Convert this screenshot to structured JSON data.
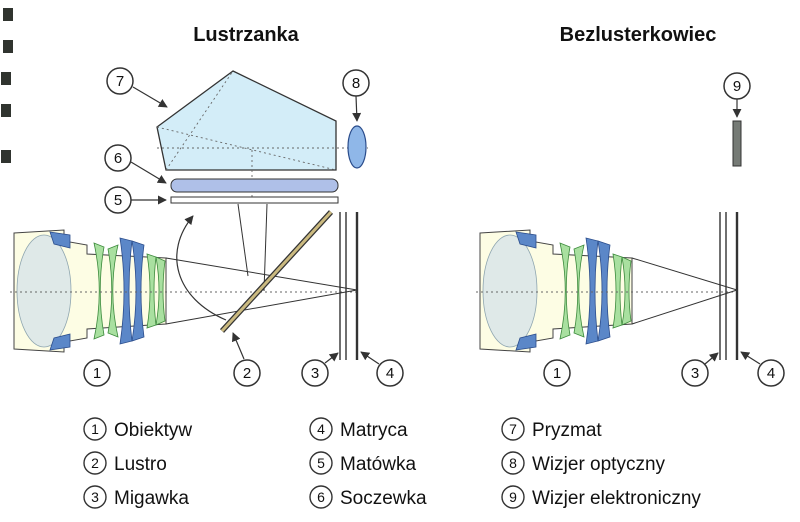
{
  "titles": {
    "dslr": "Lustrzanka",
    "mirrorless": "Bezlusterkowiec"
  },
  "legend": {
    "items": [
      {
        "num": "1",
        "label": "Obiektyw"
      },
      {
        "num": "2",
        "label": "Lustro"
      },
      {
        "num": "3",
        "label": "Migawka"
      },
      {
        "num": "4",
        "label": "Matryca"
      },
      {
        "num": "5",
        "label": "Matówka"
      },
      {
        "num": "6",
        "label": "Soczewka"
      },
      {
        "num": "7",
        "label": "Pryzmat"
      },
      {
        "num": "8",
        "label": "Wizjer optyczny"
      },
      {
        "num": "9",
        "label": "Wizjer elektroniczny"
      }
    ]
  },
  "callouts": {
    "c1": "1",
    "c2": "2",
    "c3": "3",
    "c4": "4",
    "c5": "5",
    "c6": "6",
    "c7": "7",
    "c8": "8",
    "c9": "9"
  },
  "colors": {
    "lens_body": "#FDFDE4",
    "lens_front_element": "#D7E3E9",
    "lens_green": "#A9E0A0",
    "lens_blue": "#5B87C8",
    "prism": "#D3EDF8",
    "condenser": "#AFC0E8",
    "eyepiece": "#8FB7E8",
    "evf": "#767B76",
    "mirror": "#CBBA80"
  }
}
